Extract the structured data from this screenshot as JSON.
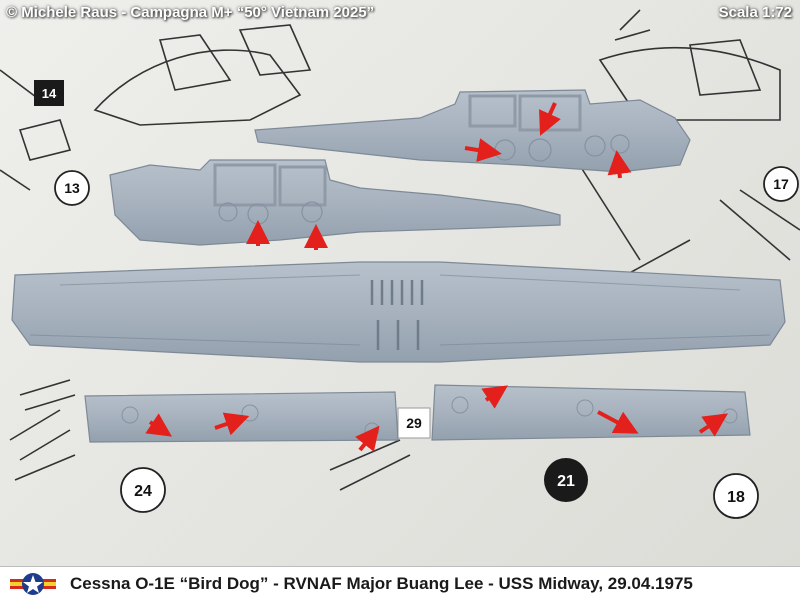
{
  "overlay": {
    "copyright": "© Michele Raus - Campagna M+ “50° Vietnam 2025”",
    "scale": "Scala 1:72"
  },
  "instruction_steps": {
    "s14": "14",
    "s13": "13",
    "s17": "17",
    "s29": "29",
    "s24": "24",
    "s21": "21",
    "s18": "18"
  },
  "caption": {
    "text": "Cessna O-1E “Bird Dog” - RVNAF Major Buang Lee - USS Midway, 29.04.1975"
  },
  "colors": {
    "plastic": "#a9b4c0",
    "arrow": "#e3201b",
    "roundel_red": "#d52b1e",
    "roundel_blue": "#1f3c8c"
  }
}
